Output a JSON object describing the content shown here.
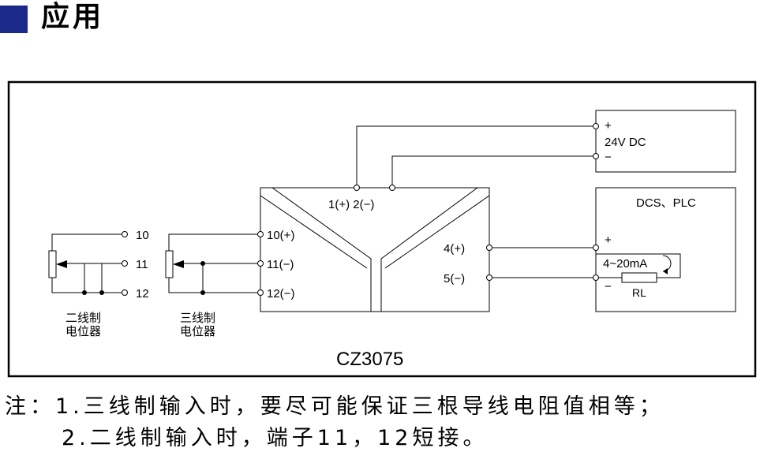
{
  "header": {
    "title": "应用",
    "accent_color": "#1b2a8a"
  },
  "diagram": {
    "model": "CZ3075",
    "module_terminals": {
      "top": "1(+) 2(−)",
      "t10": "10(+)",
      "t11": "11(−)",
      "t12": "12(−)",
      "t4": "4(+)",
      "t5": "5(−)"
    },
    "power": {
      "plus": "+",
      "label": "24V  DC",
      "minus": "−"
    },
    "dcs": {
      "title": "DCS、PLC",
      "plus": "+",
      "signal": "4~20mA",
      "minus": "−",
      "load": "RL"
    },
    "two_wire": {
      "t10": "10",
      "t11": "11",
      "t12": "12",
      "label_line1": "二线制",
      "label_line2": "电位器"
    },
    "three_wire": {
      "label_line1": "三线制",
      "label_line2": "电位器"
    }
  },
  "notes": {
    "line1": "注：1.三线制输入时，要尽可能保证三根导线电阻值相等；",
    "line2": "2.二线制输入时，端子11，12短接。"
  }
}
